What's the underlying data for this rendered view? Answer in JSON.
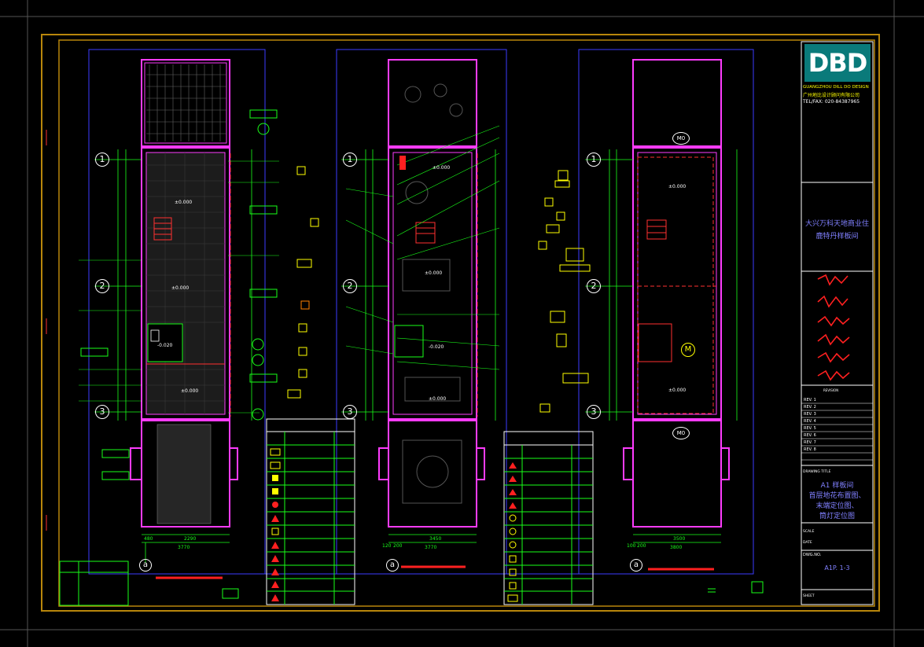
{
  "title_block": {
    "logo_text": "DBD",
    "company_en": "GUANGZHOU DILL DO DESIGN",
    "company_cn": "广州地比设计顾问有限公司",
    "contact": "TEL/FAX: 020-84387965",
    "project_line1": "大兴万科天地商业住",
    "project_line2": "鹿特丹样板间",
    "revision_header": "REVISION",
    "revisions": [
      "REV. 1",
      "REV. 2",
      "REV. 3",
      "REV. 4",
      "REV. 5",
      "REV. 6",
      "REV. 7",
      "REV. 8"
    ],
    "drawing_title_label": "DRAWING TITLE",
    "drawing_title_1": "A1 样板间",
    "drawing_title_2": "首层地花布置图、",
    "drawing_title_3": "末端定位图、",
    "drawing_title_4": "筒灯定位图",
    "scale_label": "SCALE",
    "date_label": "DATE",
    "drawing_no_label": "DWG.NO.",
    "drawing_no": "A1P. 1-3",
    "sheet_label": "SHEET"
  },
  "plans": [
    {
      "axis_labels": [
        "1",
        "2",
        "3",
        "a"
      ],
      "level_marks": [
        "±0.000",
        "±0.000",
        "±0.000",
        "-0.020"
      ],
      "bottom_dims": [
        "3770",
        "2290",
        "480"
      ]
    },
    {
      "axis_labels": [
        "1",
        "2",
        "3",
        "a"
      ],
      "level_marks": [
        "±0.000",
        "±0.000",
        "-0.020",
        "±0.000"
      ],
      "bottom_dims": [
        "3770",
        "3450",
        "120",
        "200"
      ]
    },
    {
      "axis_labels": [
        "1",
        "2",
        "3",
        "a",
        "M"
      ],
      "level_marks": [
        "±0.000",
        "±0.000"
      ],
      "bottom_dims": [
        "3800",
        "3500",
        "100",
        "200"
      ],
      "tags": [
        "M0",
        "M0"
      ]
    }
  ],
  "colors": {
    "frame": "#b8860b",
    "wall": "#ff3cff",
    "dimension": "#19ff19",
    "axis_line": "#3c3cff",
    "highlight": "#ff2020",
    "symbol": "#ffff00",
    "white": "#ffffff"
  }
}
